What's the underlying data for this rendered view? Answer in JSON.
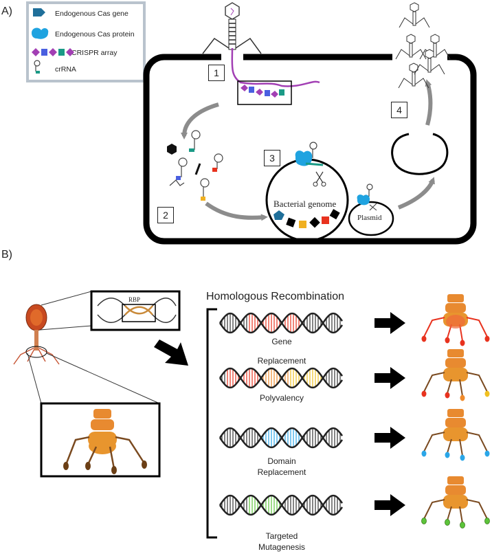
{
  "panels": {
    "a_label": "A)",
    "b_label": "B)"
  },
  "legend": {
    "items": [
      {
        "label": "Endogenous Cas gene",
        "icon": "cas-gene-icon",
        "color": "#1f6f9a"
      },
      {
        "label": "Endogenous Cas protein",
        "icon": "cas-protein-icon",
        "color": "#1fa3e0"
      },
      {
        "label": "CRISPR array",
        "icon": "crispr-array-icon",
        "color": "#a23fb4"
      },
      {
        "label": "crRNA",
        "icon": "crrna-icon",
        "color": "#1a9a86"
      }
    ]
  },
  "panel_a": {
    "steps": [
      "1",
      "2",
      "3",
      "4"
    ],
    "genome_label": "Bacterial genome",
    "plasmid_label": "Plasmid"
  },
  "panel_b": {
    "rbp_label": "RBP",
    "heading": "Homologous Recombination",
    "rows": [
      {
        "label_line1": "Gene",
        "label_line2": "Replacement",
        "color": "#e8321e"
      },
      {
        "label_line1": "Polyvalency",
        "label_line2": "",
        "color": "#f0b020"
      },
      {
        "label_line1": "Domain",
        "label_line2": "Replacement",
        "color": "#2aa6e8"
      },
      {
        "label_line1": "Targeted",
        "label_line2": "Mutagenesis",
        "color": "#5cc43a"
      }
    ]
  }
}
